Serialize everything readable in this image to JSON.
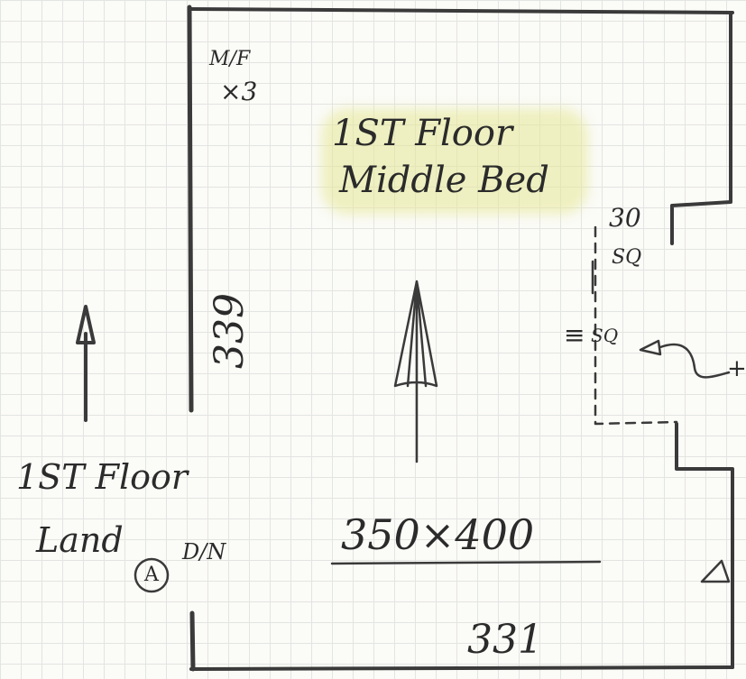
{
  "room": {
    "title_line1": "1ST Floor",
    "title_line2": "Middle Bed",
    "dimensions": "350×400"
  },
  "walls": {
    "left_measure": "339",
    "bottom_measure": "331"
  },
  "notes": {
    "mf_label": "M/F",
    "mf_count": "×3",
    "corner_area_top": "30",
    "corner_area_top_unit": "SQ",
    "corner_area_mid": "SQ",
    "corner_area_mid_prefix": "≡",
    "plus_mark": "+"
  },
  "landing": {
    "line1": "1ST Floor",
    "line2": "Land",
    "door_marker": "A",
    "door_label": "D/N"
  },
  "colors": {
    "ink": "#2b2b2b",
    "highlight": "#e6e896",
    "grid": "#e3e5e2",
    "paper": "#fbfbf7"
  }
}
